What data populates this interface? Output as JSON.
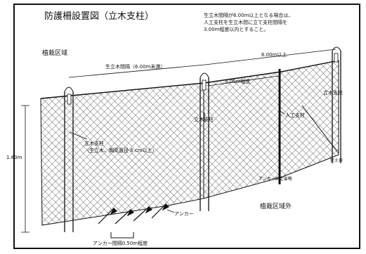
{
  "title": "防護柵設置図（立木支柱）",
  "regions": {
    "inside": "植栽区域",
    "outside": "植栽区域外"
  },
  "note": [
    "生立木間隔が6.00m以上となる場合は、",
    "人工支柱を生立木間に立て支柱間隔を",
    "3.00m程度以内とすること。"
  ],
  "dimensions": {
    "tree_spacing": "生立木間隔（6.00m未満）",
    "over_spacing": "6.00m以上",
    "sub_spacing": "3.00m程度",
    "height": "1.80m",
    "anchor_spacing": "アンカー間隔0.50m程度"
  },
  "labels": {
    "tree_post_left": [
      "立木支柱",
      "（生立木、胸高直径 6 cm以上）"
    ],
    "tree_post_mid": "立木支柱",
    "tree_post_right": "立木支柱",
    "artificial_post": "人工支柱",
    "anchor": "アンカー",
    "anchor_wire": "アンカー固定省略",
    "guy_wire": "控え索"
  },
  "colors": {
    "line": "#111111",
    "mesh": "#333333",
    "background": "#ffffff"
  }
}
